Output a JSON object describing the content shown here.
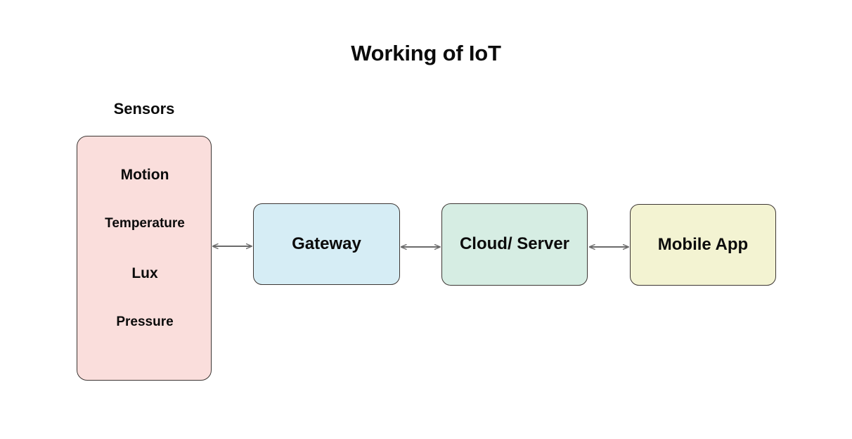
{
  "page": {
    "title": "Working of IoT",
    "background": "#ffffff"
  },
  "diagram": {
    "type": "flow",
    "orientation": "horizontal",
    "group": {
      "label": "Sensors",
      "box": {
        "id": "sensors",
        "fill": "#fadedc",
        "border": "#3c3633",
        "items": [
          {
            "label": "Motion"
          },
          {
            "label": "Temperature"
          },
          {
            "label": "Lux"
          },
          {
            "label": "Pressure"
          }
        ]
      }
    },
    "nodes": [
      {
        "id": "gateway",
        "label": "Gateway",
        "fill": "#d6edf5",
        "border": "#3c3633"
      },
      {
        "id": "cloud",
        "label": "Cloud/ Server",
        "fill": "#d6ede3",
        "border": "#3c3633"
      },
      {
        "id": "mobile",
        "label": "Mobile App",
        "fill": "#f3f3d2",
        "border": "#3c3633"
      }
    ],
    "connectors": [
      {
        "from": "sensors",
        "to": "gateway",
        "direction": "bidirectional",
        "color": "#6b6b6b"
      },
      {
        "from": "gateway",
        "to": "cloud",
        "direction": "bidirectional",
        "color": "#6b6b6b"
      },
      {
        "from": "cloud",
        "to": "mobile",
        "direction": "bidirectional",
        "color": "#6b6b6b"
      }
    ]
  }
}
